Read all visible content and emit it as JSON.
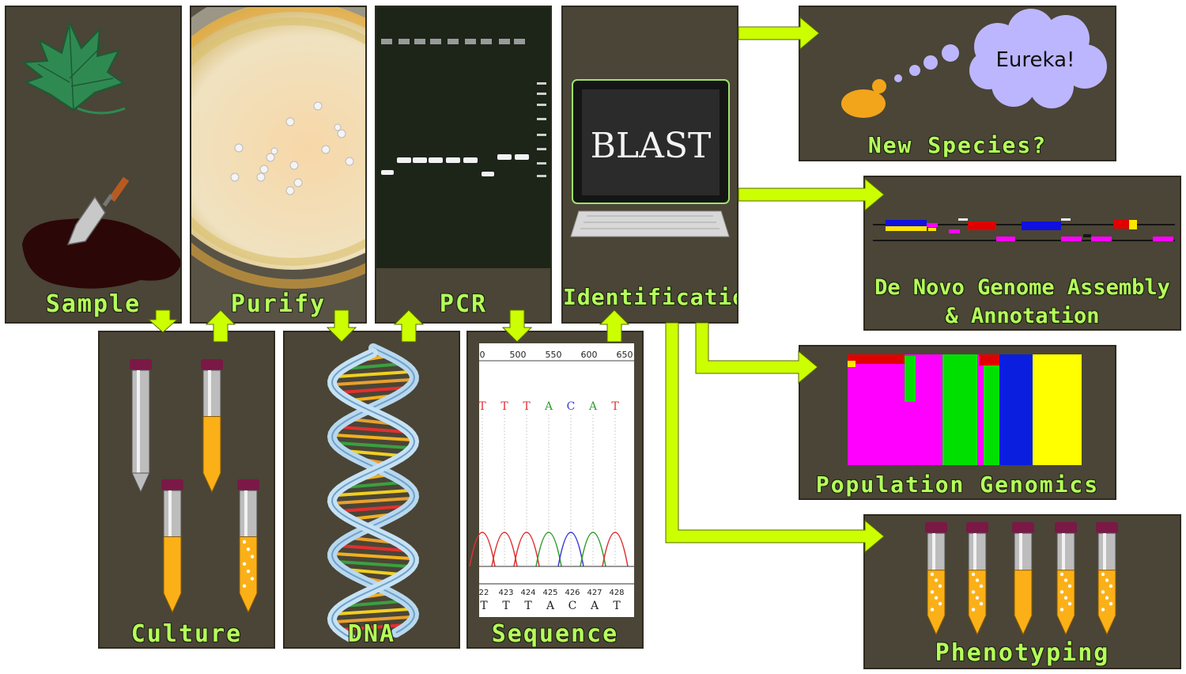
{
  "panels": {
    "sample": "Sample",
    "purify": "Purify",
    "pcr": "PCR",
    "identification": "Identification",
    "culture": "Culture",
    "dna": "DNA",
    "sequence": "Sequence",
    "new_species": "New Species?",
    "genome_assembly_line1": "De Novo Genome Assembly",
    "genome_assembly_line2": "& Annotation",
    "population_genomics": "Population Genomics",
    "phenotyping": "Phenotyping"
  },
  "blast_screen_text": "BLAST",
  "eureka_text": "Eureka!",
  "chromatogram": {
    "top_ticks": [
      "0",
      "500",
      "550",
      "600",
      "650"
    ],
    "top_bases": [
      "T",
      "T",
      "T",
      "A",
      "C",
      "A",
      "T"
    ],
    "bottom_positions": [
      "22",
      "423",
      "424",
      "425",
      "426",
      "427",
      "428"
    ],
    "bottom_bases": [
      "T",
      "T",
      "T",
      "A",
      "C",
      "A",
      "T"
    ],
    "base_colors": {
      "A": "#2ea02e",
      "C": "#3b3bd8",
      "G": "#222222",
      "T": "#e03030"
    }
  },
  "colors": {
    "panel": "#4a4536",
    "label": "#b4ff5a",
    "arrow": "#ccff00"
  }
}
